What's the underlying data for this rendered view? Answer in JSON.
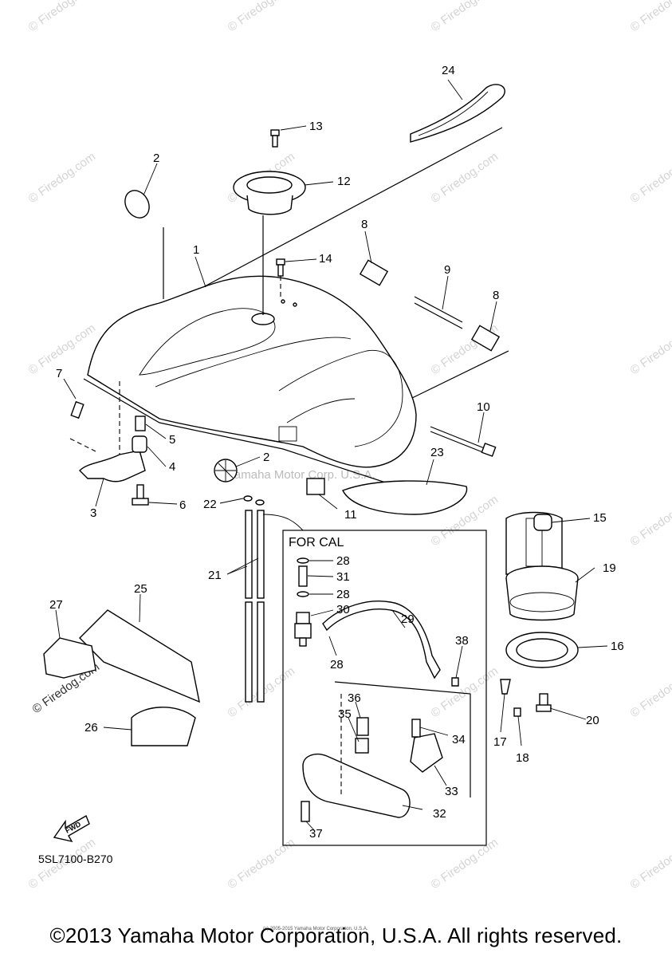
{
  "watermark": {
    "text": "© Firedog.com",
    "stamp_text": "Yamaha Motor Corp. U.S.A."
  },
  "callouts": [
    "1",
    "2",
    "2",
    "3",
    "4",
    "5",
    "6",
    "7",
    "8",
    "8",
    "9",
    "10",
    "11",
    "12",
    "13",
    "14",
    "15",
    "16",
    "17",
    "18",
    "19",
    "20",
    "21",
    "22",
    "23",
    "24",
    "25",
    "26",
    "27",
    "28",
    "28",
    "28",
    "29",
    "30",
    "31",
    "32",
    "33",
    "34",
    "35",
    "36",
    "37",
    "38"
  ],
  "inset": {
    "title": "FOR CAL"
  },
  "fwd_label": "FWD",
  "diagram_code": "5SL7100-B270",
  "copyright": "©2013 Yamaha Motor Corporation, U.S.A. All rights reserved.",
  "small_copyright": "(c) 2005-2015 Yamaha Motor Corporation, U.S.A."
}
